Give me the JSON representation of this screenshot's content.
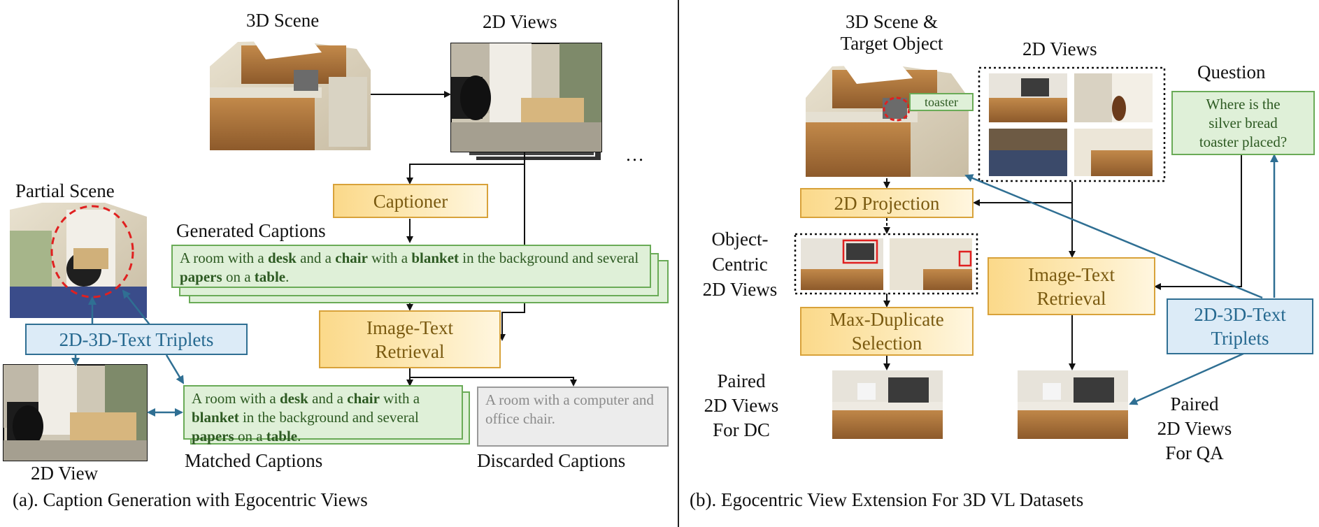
{
  "panel_a": {
    "scene_title": "3D Scene",
    "views_title": "2D Views",
    "ellipsis": "…",
    "partial_scene_title": "Partial Scene",
    "captioner": "Captioner",
    "generated_title": "Generated Captions",
    "generated_caption": [
      "A room with a ",
      "desk",
      " and a ",
      "chair",
      " with a ",
      "blanket",
      " in the background and several ",
      "papers",
      " on a ",
      "table",
      "."
    ],
    "retrieval": [
      "Image-Text",
      "Retrieval"
    ],
    "triplets": "2D-3D-Text Triplets",
    "matched_caption": [
      "A room with a ",
      "desk",
      " and a ",
      "chair",
      " with a ",
      "blanket",
      " in the background and several ",
      "papers",
      " on a ",
      "table",
      "."
    ],
    "discarded_caption": "A room with a computer and office chair.",
    "view_title": "2D View",
    "matched_title": "Matched Captions",
    "discarded_title": "Discarded Captions",
    "caption": "(a). Caption Generation with Egocentric Views"
  },
  "panel_b": {
    "scene_title": [
      "3D Scene &",
      "Target Object"
    ],
    "views_title": "2D Views",
    "toaster_tag": "toaster",
    "question_title": "Question",
    "question_text": [
      "Where is the",
      "silver bread",
      "toaster placed?"
    ],
    "projection": "2D Projection",
    "object_centric": [
      "Object-",
      "Centric",
      "2D Views"
    ],
    "retrieval": [
      "Image-Text",
      "Retrieval"
    ],
    "max_dup": [
      "Max-Duplicate",
      "Selection"
    ],
    "triplets": [
      "2D-3D-Text",
      "Triplets"
    ],
    "paired_dc": [
      "Paired",
      "2D Views",
      "For DC"
    ],
    "paired_qa": [
      "Paired",
      "2D Views",
      "For QA"
    ],
    "caption": "(b). Egocentric View Extension For 3D VL Datasets"
  },
  "colors": {
    "yellow_border": "#d8a23a",
    "blue_border": "#2f6f93",
    "green_border": "#6aab57",
    "arrow_dark": "#111111",
    "arrow_blue": "#2f6f93",
    "highlight_red": "#e02020"
  }
}
